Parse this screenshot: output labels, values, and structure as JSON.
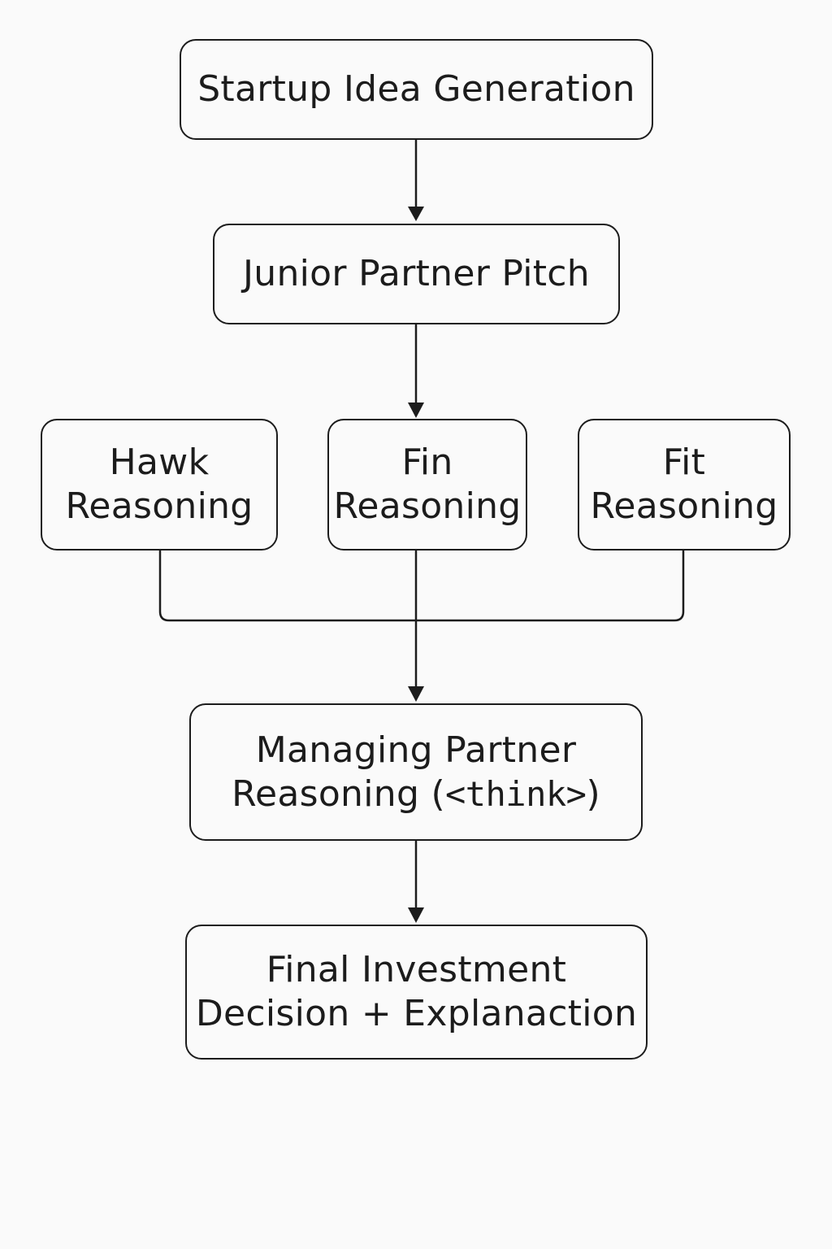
{
  "diagram": {
    "nodes": {
      "idea": {
        "text": "Startup Idea Generation"
      },
      "pitch": {
        "text": "Junior Partner Pitch"
      },
      "hawk": {
        "line1": "Hawk",
        "line2": "Reasoning"
      },
      "fin": {
        "line1": "Fin",
        "line2": "Reasoning"
      },
      "fit": {
        "line1": "Fit",
        "line2": "Reasoning"
      },
      "manage": {
        "line1": "Managing Partner",
        "line2a": "Reasoning (",
        "line2b": "<think>",
        "line2c": ")"
      },
      "final": {
        "line1": "Final Investment",
        "line2": "Decision + Explanaction"
      }
    },
    "edges": [
      {
        "from": "Startup Idea Generation",
        "to": "Junior Partner Pitch"
      },
      {
        "from": "Junior Partner Pitch",
        "to": "Fin Reasoning"
      },
      {
        "from": "Hawk Reasoning",
        "to": "Managing Partner Reasoning (<think>)"
      },
      {
        "from": "Fin Reasoning",
        "to": "Managing Partner Reasoning (<think>)"
      },
      {
        "from": "Fit Reasoning",
        "to": "Managing Partner Reasoning (<think>)"
      },
      {
        "from": "Managing Partner Reasoning (<think>)",
        "to": "Final Investment Decision + Explanaction"
      }
    ],
    "colors": {
      "stroke": "#1c1c1c",
      "background": "#fafafa"
    }
  }
}
